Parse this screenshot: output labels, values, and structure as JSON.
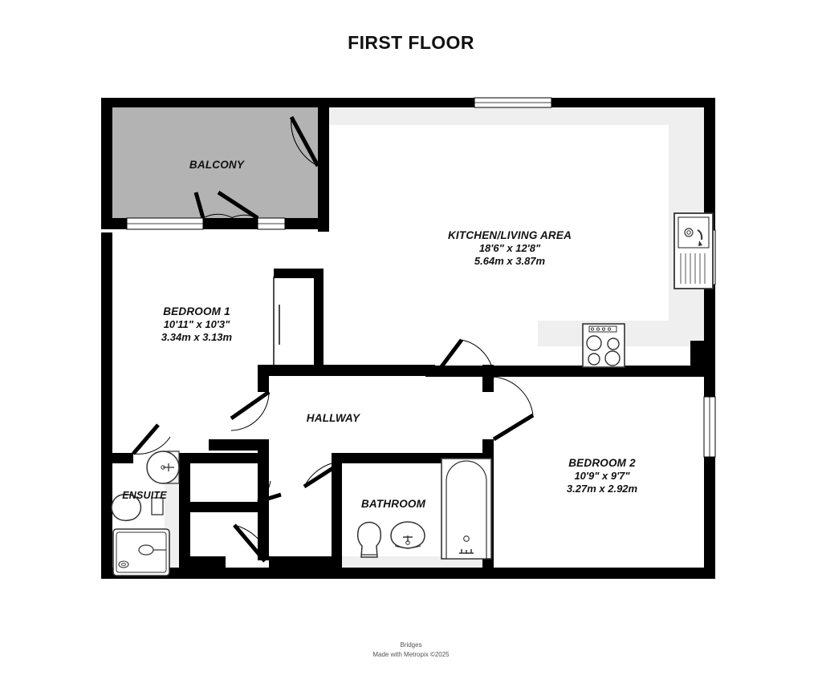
{
  "title": "FIRST FLOOR",
  "rooms": [
    {
      "key": "balcony",
      "name": "BALCONY",
      "imperial": "",
      "metric": ""
    },
    {
      "key": "kitchen",
      "name": "KITCHEN/LIVING AREA",
      "imperial": "18'6\"  x 12'8\"",
      "metric": "5.64m  x 3.87m"
    },
    {
      "key": "bedroom1",
      "name": "BEDROOM 1",
      "imperial": "10'11\"  x 10'3\"",
      "metric": "3.34m  x 3.13m"
    },
    {
      "key": "bedroom2",
      "name": "BEDROOM 2",
      "imperial": "10'9\"  x 9'7\"",
      "metric": "3.27m  x 2.92m"
    },
    {
      "key": "hallway",
      "name": "HALLWAY",
      "imperial": "",
      "metric": ""
    },
    {
      "key": "bathroom",
      "name": "BATHROOM",
      "imperial": "",
      "metric": ""
    },
    {
      "key": "ensuite",
      "name": "ENSUITE",
      "imperial": "",
      "metric": ""
    }
  ],
  "fixtures": [
    {
      "name": "kitchen-sink-icon",
      "room": "kitchen"
    },
    {
      "name": "cooker-hob-icon",
      "room": "kitchen"
    },
    {
      "name": "bathtub-icon",
      "room": "bathroom"
    },
    {
      "name": "toilet-icon",
      "room": "bathroom"
    },
    {
      "name": "wash-basin-icon",
      "room": "bathroom"
    },
    {
      "name": "shower-tray-icon",
      "room": "ensuite"
    },
    {
      "name": "toilet-icon",
      "room": "ensuite"
    },
    {
      "name": "wash-basin-icon",
      "room": "ensuite"
    }
  ],
  "footer": {
    "company": "Bridges",
    "credit": "Made with Metropix ©2025"
  },
  "colors": {
    "wall": "#000000",
    "balcony_fill": "#b3b3b3",
    "worktop_fill": "#ededed",
    "floor_fill": "#ffffff",
    "fixture_stroke": "#333333",
    "text": "#111111",
    "footer_text": "#555555"
  }
}
